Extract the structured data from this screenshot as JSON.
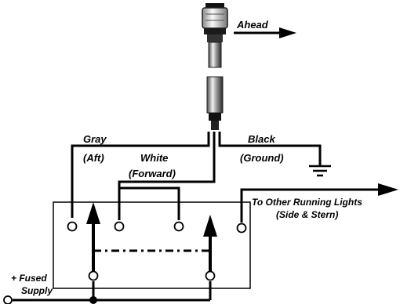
{
  "labels": {
    "ahead": "Ahead",
    "gray": "Gray",
    "aft": "(Aft)",
    "white": "White",
    "forward": "(Forward)",
    "black": "Black",
    "ground": "(Ground)",
    "other_lights_1": "To Other Running Lights",
    "other_lights_2": "(Side & Stern)",
    "fused_1": "+ Fused",
    "fused_2": "Supply"
  },
  "colors": {
    "ink": "#000000",
    "background": "#ffffff"
  }
}
